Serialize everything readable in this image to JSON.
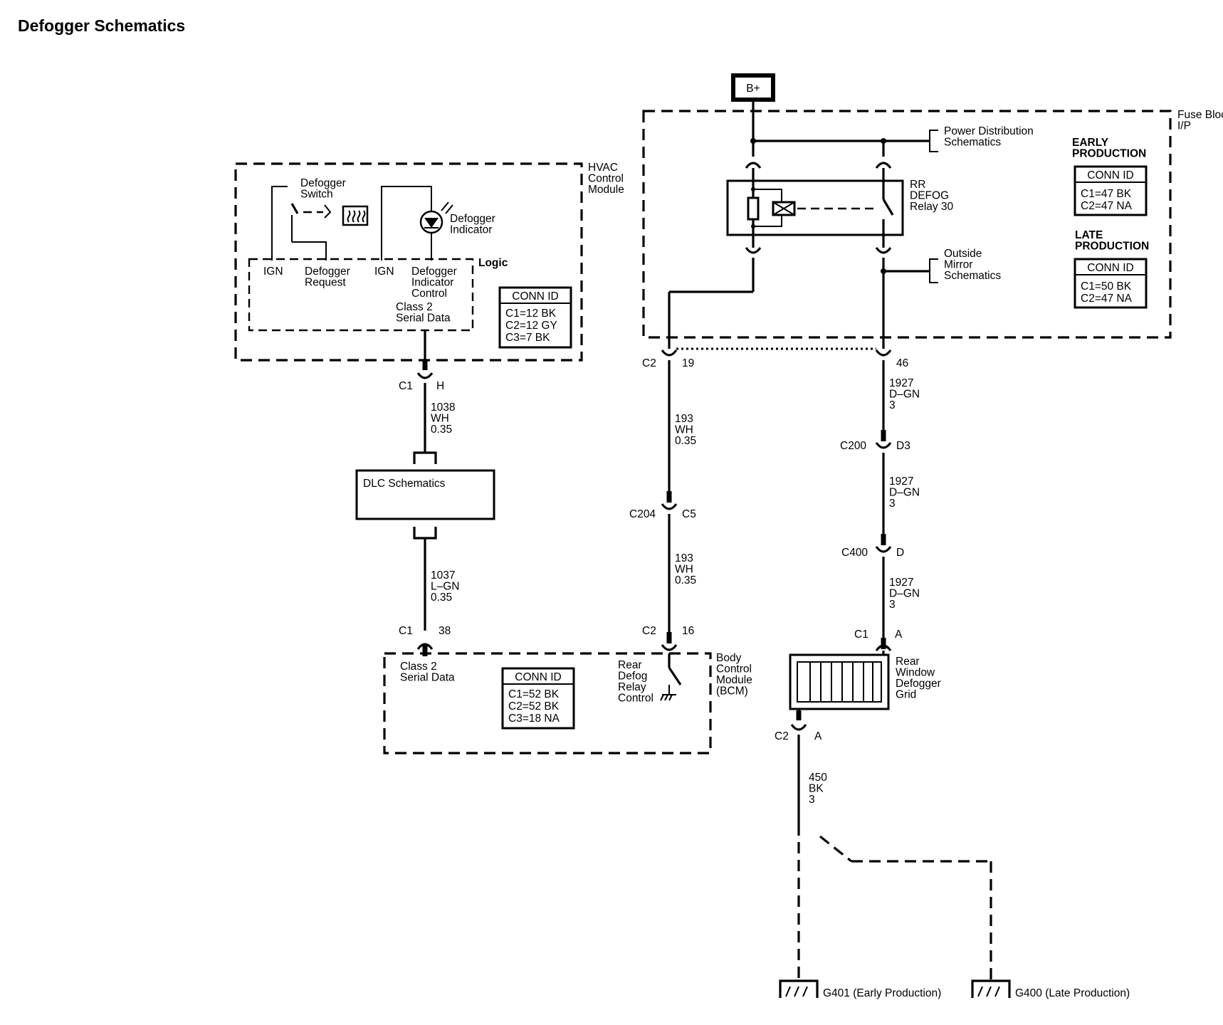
{
  "title": "Defogger Schematics",
  "power": {
    "source": "B+"
  },
  "fuse_block": {
    "name": "Fuse Block –\nI/P",
    "early_production": {
      "heading": "EARLY\nPRODUCTION",
      "conn_id": {
        "header": "CONN ID",
        "rows": [
          "C1=47 BK",
          "C2=47 NA"
        ]
      }
    },
    "late_production": {
      "heading": "LATE\nPRODUCTION",
      "conn_id": {
        "header": "CONN ID",
        "rows": [
          "C1=50 BK",
          "C2=47 NA"
        ]
      }
    },
    "power_distribution": "Power Distribution\nSchematics",
    "outside_mirror": "Outside\nMirror\nSchematics",
    "relay": "RR\nDEFOG\nRelay 30"
  },
  "hvac_module": {
    "name": "HVAC\nControl\nModule",
    "defogger_switch": "Defogger\nSwitch",
    "defogger_indicator": "Defogger\nIndicator",
    "logic": "Logic",
    "ign_1": "IGN",
    "defogger_request": "Defogger\nRequest",
    "ign_2": "IGN",
    "indicator_control": "Defogger\nIndicator\nControl",
    "serial_data": "Class 2\nSerial Data",
    "conn_id": {
      "header": "CONN ID",
      "rows": [
        "C1=12 BK",
        "C2=12 GY",
        "C3=7 BK"
      ]
    }
  },
  "left_circuit": {
    "top_connector": {
      "name": "C1",
      "pin": "H"
    },
    "wire_1": "1038\nWH\n0.35",
    "dlc": "DLC Schematics",
    "wire_2": "1037\nL–GN\n0.35",
    "bottom_connector": {
      "name": "C1",
      "pin": "38"
    }
  },
  "bcm": {
    "name": "Body\nControl\nModule\n(BCM)",
    "serial_data": "Class 2\nSerial Data",
    "conn_id": {
      "header": "CONN ID",
      "rows": [
        "C1=52 BK",
        "C2=52 BK",
        "C3=18 NA"
      ]
    },
    "relay_control": "Rear\nDefog\nRelay\nControl"
  },
  "middle_circuit": {
    "top_connector": {
      "name": "C2",
      "pin": "19"
    },
    "wire_1": "193\nWH\n0.35",
    "mid_connector": {
      "name": "C204",
      "pin": "C5"
    },
    "wire_2": "193\nWH\n0.35",
    "bottom_connector": {
      "name": "C2",
      "pin": "16"
    }
  },
  "right_circuit": {
    "top_pin": "46",
    "wire_1": "1927\nD–GN\n3",
    "connector_1": {
      "name": "C200",
      "pin": "D3"
    },
    "wire_2": "1927\nD–GN\n3",
    "connector_2": {
      "name": "C400",
      "pin": "D"
    },
    "wire_3": "1927\nD–GN\n3",
    "grid_connector": {
      "name": "C1",
      "pin": "A"
    },
    "grid": "Rear\nWindow\nDefogger\nGrid",
    "grid_bottom_connector": {
      "name": "C2",
      "pin": "A"
    },
    "ground_wire": "450\nBK\n3",
    "ground_early": "G401 (Early Production)",
    "ground_late": "G400 (Late Production)"
  }
}
